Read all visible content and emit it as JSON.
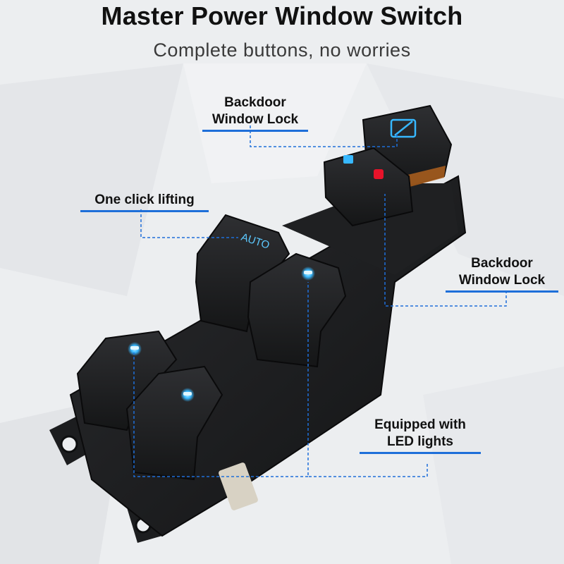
{
  "header": {
    "title": "Master Power Window Switch",
    "subtitle": "Complete buttons, no worries"
  },
  "callouts": {
    "backdoor_lock_top": {
      "line1": "Backdoor",
      "line2": "Window Lock"
    },
    "one_click": {
      "line1": "One click lifting"
    },
    "backdoor_lock_right": {
      "line1": "Backdoor",
      "line2": "Window Lock"
    },
    "led": {
      "line1": "Equipped with",
      "line2": "LED lights"
    }
  },
  "switch": {
    "auto_label": "AUTO"
  },
  "colors": {
    "accent_blue": "#1e6fd9",
    "led_blue": "#37b8ff",
    "lock_red": "#e8132a",
    "body_black": "#1b1c1e"
  }
}
